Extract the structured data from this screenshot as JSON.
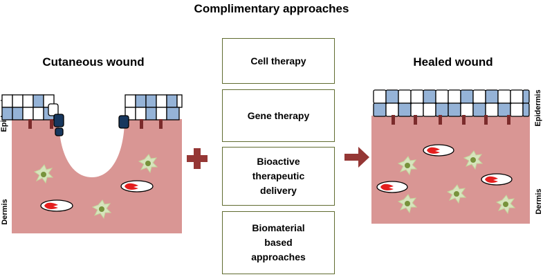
{
  "title": "Complimentary approaches",
  "left_panel": {
    "title": "Cutaneous wound",
    "layer_labels": {
      "epidermis": "Epidermis",
      "dermis": "Dermis"
    }
  },
  "right_panel": {
    "title": "Healed wound",
    "layer_labels": {
      "epidermis": "Epidermis",
      "dermis": "Dermis"
    }
  },
  "approaches": [
    {
      "label": "Cell therapy"
    },
    {
      "label": "Gene therapy"
    },
    {
      "label": "Bioactive\ntherapeutic\ndelivery"
    },
    {
      "label": "Biomaterial\nbased\napproaches"
    }
  ],
  "colors": {
    "dermis": "#d99694",
    "cell_blue": "#95b3d7",
    "cell_white": "#ffffff",
    "cell_dark": "#17375e",
    "rete_peg": "#7b2b2b",
    "plus_sign": "#953735",
    "arrow": "#953735",
    "fibroblast_body": "#d7e4bd",
    "fibroblast_nucleus": "#77933c",
    "box_border": "#5f6b2f"
  },
  "icons": [
    "plus-icon",
    "right-arrow-icon",
    "fibroblast-icon",
    "red-blood-cell-icon"
  ]
}
